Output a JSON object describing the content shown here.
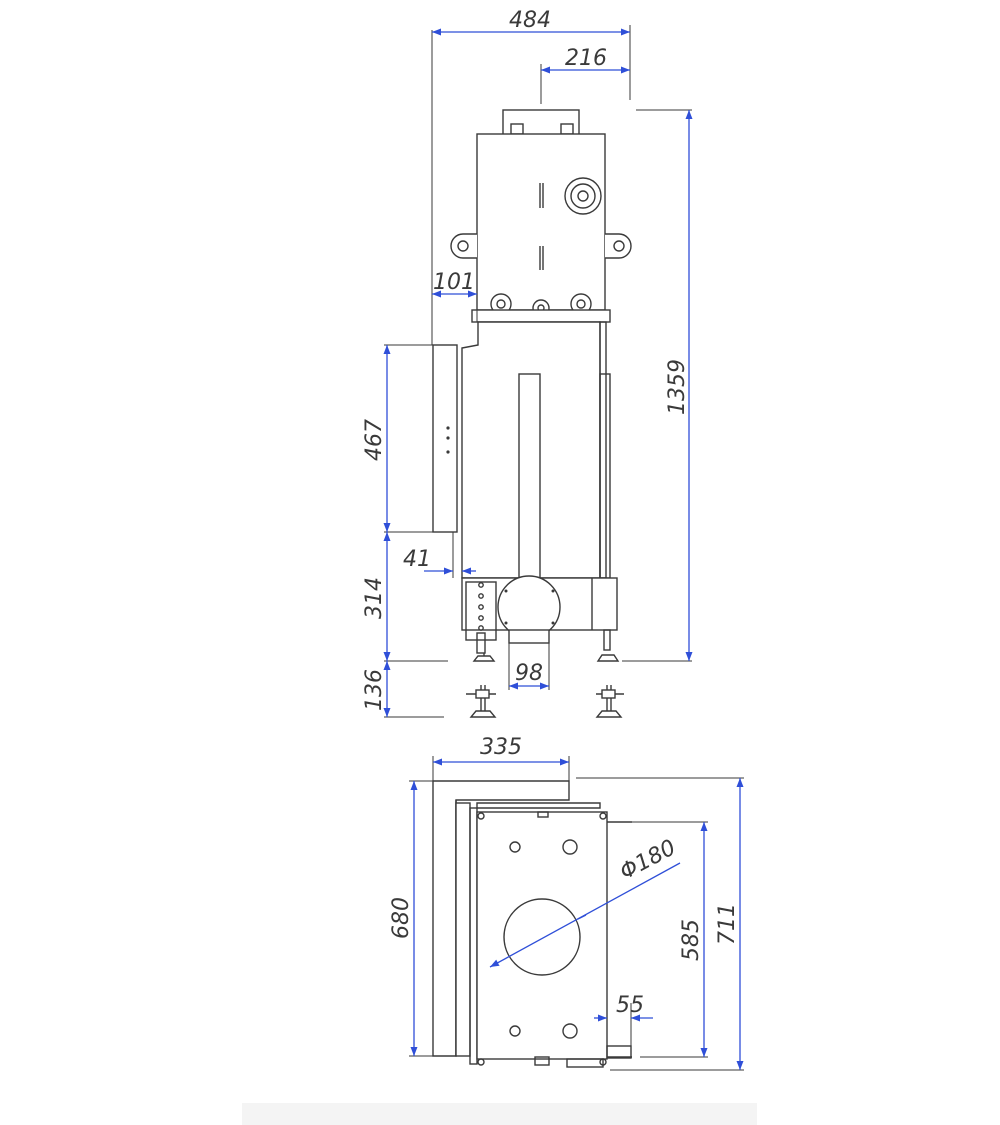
{
  "colors": {
    "dimension_line": "#2f4fd8",
    "outline": "#3a3a3a",
    "background": "#ffffff"
  },
  "front_view": {
    "width_total": "484",
    "width_flue_offset": "216",
    "height_total": "1359",
    "glass_offset": "101",
    "glass_height": "467",
    "frame_offset": "41",
    "base_height": "314",
    "legs_height": "136",
    "flue_bottom_width": "98"
  },
  "top_view": {
    "width": "335",
    "depth_left": "680",
    "flue_diameter": "Φ180",
    "inner_depth": "585",
    "depth_total": "711",
    "side_offset": "55"
  }
}
